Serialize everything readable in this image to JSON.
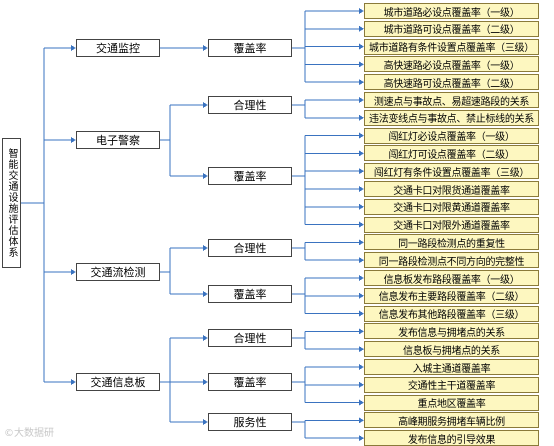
{
  "root": "智能交通设施评估体系",
  "watermark": "©大数据研",
  "l1": {
    "traffic_monitor": "交通监控",
    "e_police": "电子警察",
    "flow_detect": "交通流检测",
    "info_board": "交通信息板"
  },
  "l2": {
    "tm_cov": "覆盖率",
    "ep_reason": "合理性",
    "ep_cov": "覆盖率",
    "fd_reason": "合理性",
    "fd_cov": "覆盖率",
    "ib_reason": "合理性",
    "ib_cov": "覆盖率",
    "ib_service": "服务性"
  },
  "leaves": {
    "tm": [
      "城市道路必设点覆盖率（一级）",
      "城市道路可设点覆盖率（二级）",
      "城市道路有条件设置点覆盖率（三级）",
      "高快速路必设点覆盖率（一级）",
      "高快速路可设点覆盖率（二级）"
    ],
    "ep_reason": [
      "测速点与事故点、易超速路段的关系",
      "违法变线点与事故点、禁止标线的关系"
    ],
    "ep_cov": [
      "闯红灯必设点覆盖率（一级）",
      "闯红灯可设点覆盖率（二级）",
      "闯红灯有条件设置点覆盖率（三级）",
      "交通卡口对限货通道覆盖率",
      "交通卡口对限黄通道覆盖率",
      "交通卡口对限外通道覆盖率"
    ],
    "fd_reason": [
      "同一路段检测点的重复性",
      "同一路段检测点不同方向的完整性"
    ],
    "fd_cov": [
      "信息板发布路段覆盖率（一级）",
      "信息发布主要路段覆盖率（二级）",
      "信息发布其他路段覆盖率（三级）"
    ],
    "ib_reason": [
      "发布信息与拥堵点的关系",
      "信息板与拥堵点的关系"
    ],
    "ib_cov": [
      "入城主通道覆盖率",
      "交通性主干道覆盖率",
      "重点地区覆盖率"
    ],
    "ib_service": [
      "高峰期服务拥堵车辆比例",
      "发布信息的引导效果"
    ]
  }
}
